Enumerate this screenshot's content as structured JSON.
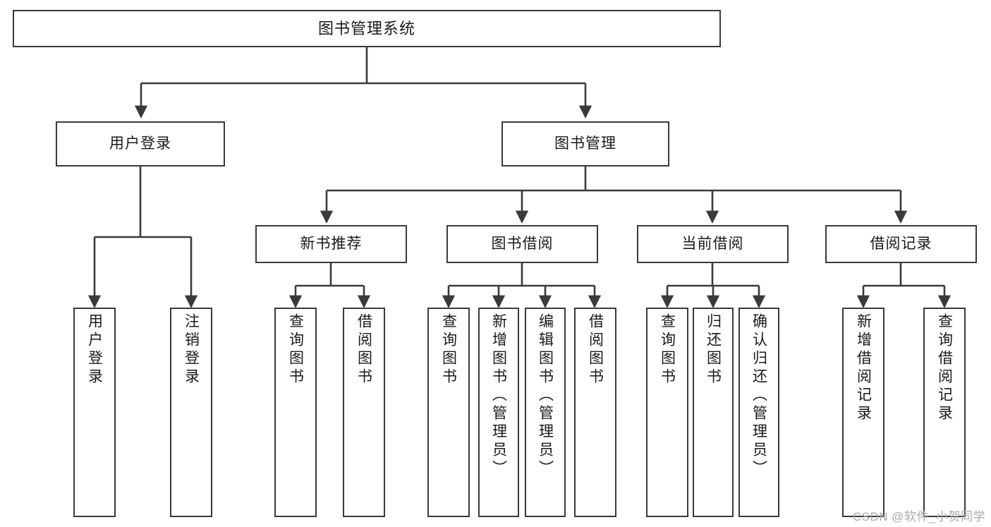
{
  "diagram": {
    "title": "图书管理系统",
    "type": "tree",
    "root": {
      "id": "root",
      "label": "图书管理系统"
    },
    "level1": [
      {
        "id": "user-login",
        "label": "用户登录"
      },
      {
        "id": "book-management",
        "label": "图书管理"
      }
    ],
    "level2": [
      {
        "id": "new-book-recommend",
        "label": "新书推荐",
        "parent": "book-management"
      },
      {
        "id": "book-borrow",
        "label": "图书借阅",
        "parent": "book-management"
      },
      {
        "id": "current-borrow",
        "label": "当前借阅",
        "parent": "book-management"
      },
      {
        "id": "borrow-record",
        "label": "借阅记录",
        "parent": "book-management"
      }
    ],
    "leaves": [
      {
        "id": "leaf-user-login",
        "label": "用户登录",
        "parent": "user-login"
      },
      {
        "id": "leaf-logout",
        "label": "注销登录",
        "parent": "user-login"
      },
      {
        "id": "leaf-query-book-1",
        "label": "查询图书",
        "parent": "new-book-recommend"
      },
      {
        "id": "leaf-borrow-book-1",
        "label": "借阅图书",
        "parent": "new-book-recommend"
      },
      {
        "id": "leaf-query-book-2",
        "label": "查询图书",
        "parent": "book-borrow"
      },
      {
        "id": "leaf-add-book",
        "label": "新增图书（管理员）",
        "parent": "book-borrow"
      },
      {
        "id": "leaf-edit-book",
        "label": "编辑图书（管理员）",
        "parent": "book-borrow"
      },
      {
        "id": "leaf-borrow-book-2",
        "label": "借阅图书",
        "parent": "book-borrow"
      },
      {
        "id": "leaf-query-book-3",
        "label": "查询图书",
        "parent": "current-borrow"
      },
      {
        "id": "leaf-return-book",
        "label": "归还图书",
        "parent": "current-borrow"
      },
      {
        "id": "leaf-confirm-return",
        "label": "确认归还（管理员）",
        "parent": "current-borrow"
      },
      {
        "id": "leaf-add-record",
        "label": "新增借阅记录",
        "parent": "borrow-record"
      },
      {
        "id": "leaf-query-record",
        "label": "查询借阅记录",
        "parent": "borrow-record"
      }
    ],
    "colors": {
      "border": "#3a3a3a",
      "background": "#ffffff",
      "text": "#1a1a1a",
      "watermark": "#a9a9a9"
    }
  },
  "watermark": {
    "text": "CSDN @软件_小贺同学"
  }
}
